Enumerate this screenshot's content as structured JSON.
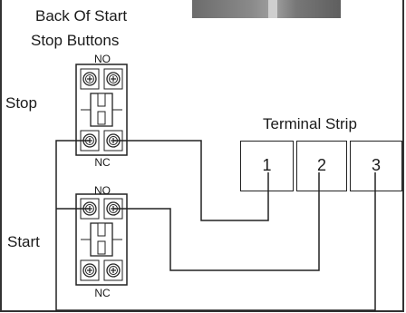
{
  "header": {
    "title_line1": "Back Of Start",
    "title_line2": "Stop Buttons"
  },
  "stop_button": {
    "label": "Stop",
    "top_contact": "NO",
    "bottom_contact": "NC"
  },
  "start_button": {
    "label": "Start",
    "top_contact": "NO",
    "bottom_contact": "NC"
  },
  "terminal_strip": {
    "title": "Terminal Strip",
    "terminals": [
      "1",
      "2",
      "3"
    ]
  },
  "colors": {
    "line": "#222222",
    "background": "#ffffff",
    "photo": "#7a7a7a"
  }
}
